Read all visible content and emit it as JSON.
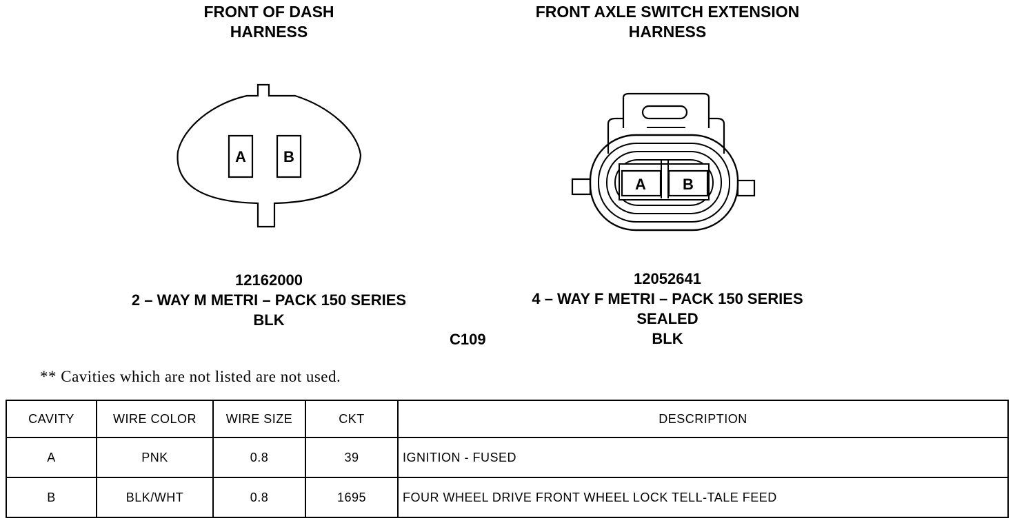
{
  "left_connector": {
    "harness_title": [
      "FRONT OF DASH",
      "HARNESS"
    ],
    "part_info": [
      "12162000",
      "2 – WAY M METRI – PACK 150 SERIES",
      "BLK"
    ],
    "cavities": [
      "A",
      "B"
    ]
  },
  "right_connector": {
    "harness_title": [
      "FRONT AXLE SWITCH EXTENSION",
      "HARNESS"
    ],
    "part_info": [
      "12052641",
      "4 – WAY F METRI – PACK 150 SERIES",
      "SEALED",
      "BLK"
    ],
    "cavities": [
      "A",
      "B"
    ]
  },
  "connector_id": "C109",
  "note": "** Cavities which are not listed are not used.",
  "table": {
    "headers": [
      "CAVITY",
      "WIRE COLOR",
      "WIRE SIZE",
      "CKT",
      "DESCRIPTION"
    ],
    "rows": [
      [
        "A",
        "PNK",
        "0.8",
        "39",
        "IGNITION - FUSED"
      ],
      [
        "B",
        "BLK/WHT",
        "0.8",
        "1695",
        "FOUR WHEEL DRIVE FRONT WHEEL LOCK TELL-TALE FEED"
      ]
    ]
  }
}
